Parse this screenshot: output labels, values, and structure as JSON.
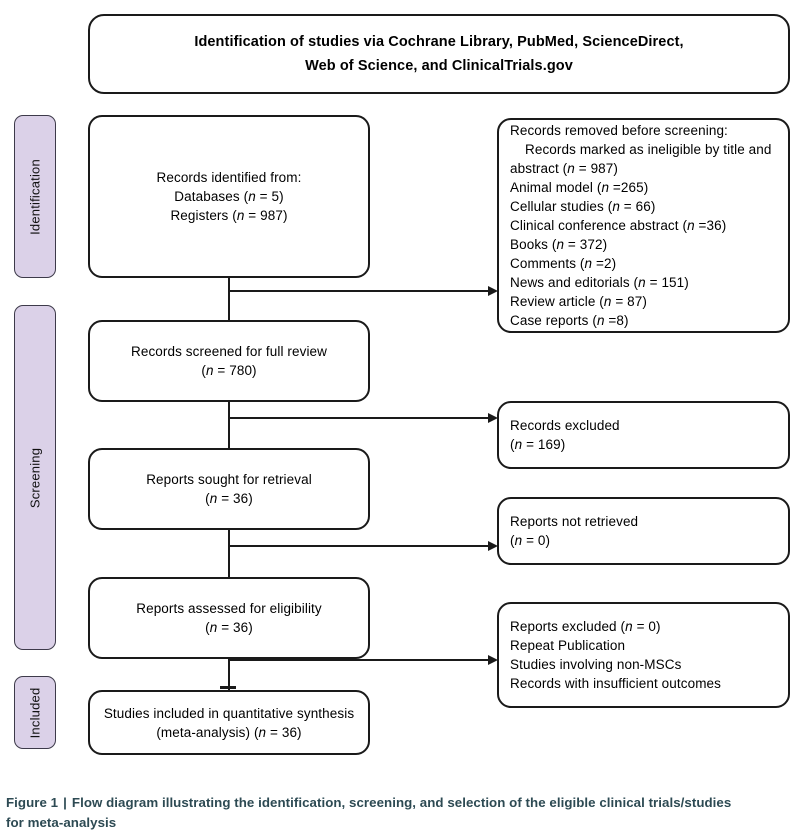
{
  "header": {
    "line1": "Identification of studies via Cochrane Library, PubMed, ScienceDirect,",
    "line2": "Web of Science, and ClinicalTrials.gov"
  },
  "stages": [
    {
      "key": "identification",
      "label": "Identification"
    },
    {
      "key": "screening",
      "label": "Screening"
    },
    {
      "key": "included",
      "label": "Included"
    }
  ],
  "flow": {
    "identified": {
      "line1": "Records identified from:",
      "line2": "Databases (n = 5)",
      "line3": "Registers (n = 987)"
    },
    "screened": {
      "line1": "Records screened for full review",
      "line2": "(n = 780)"
    },
    "sought": {
      "line1": "Reports sought for retrieval",
      "line2": "(n = 36)"
    },
    "assessed": {
      "line1": "Reports assessed for eligibility",
      "line2": "(n = 36)"
    },
    "included": {
      "line1": "Studies included in quantitative synthesis",
      "line2": "(meta-analysis) (n = 36)"
    }
  },
  "excluded": {
    "removed_before_screening": {
      "title": "Records removed before screening:",
      "items": [
        "Records marked as ineligible by title and",
        "abstract (n = 987)",
        "Animal model (n =265)",
        "Cellular studies (n = 66)",
        "Clinical conference abstract (n =36)",
        "Books (n = 372)",
        "Comments (n =2)",
        "News and editorials (n = 151)",
        "Review article (n = 87)",
        "Case reports (n =8)"
      ]
    },
    "records_excluded": {
      "line1": "Records excluded",
      "line2": "(n = 169)"
    },
    "reports_not_retrieved": {
      "line1": "Reports not retrieved",
      "line2": "(n = 0)"
    },
    "reports_excluded": {
      "line1": "Reports excluded (n = 0)",
      "line2": "Repeat Publication",
      "line3": "Studies involving non-MSCs",
      "line4": "Records with insufficient outcomes"
    }
  },
  "caption": {
    "label": "Figure 1",
    "separator": "|",
    "text_line1": "Flow diagram illustrating the identification, screening, and selection of the eligible clinical trials/studies",
    "text_line2": "for meta-analysis"
  },
  "colors": {
    "stage_fill": "#dbd1e8",
    "stage_border": "#3d3a4a",
    "box_border": "#1a1a1a",
    "caption_text": "#2d4a53",
    "background": "#ffffff"
  }
}
